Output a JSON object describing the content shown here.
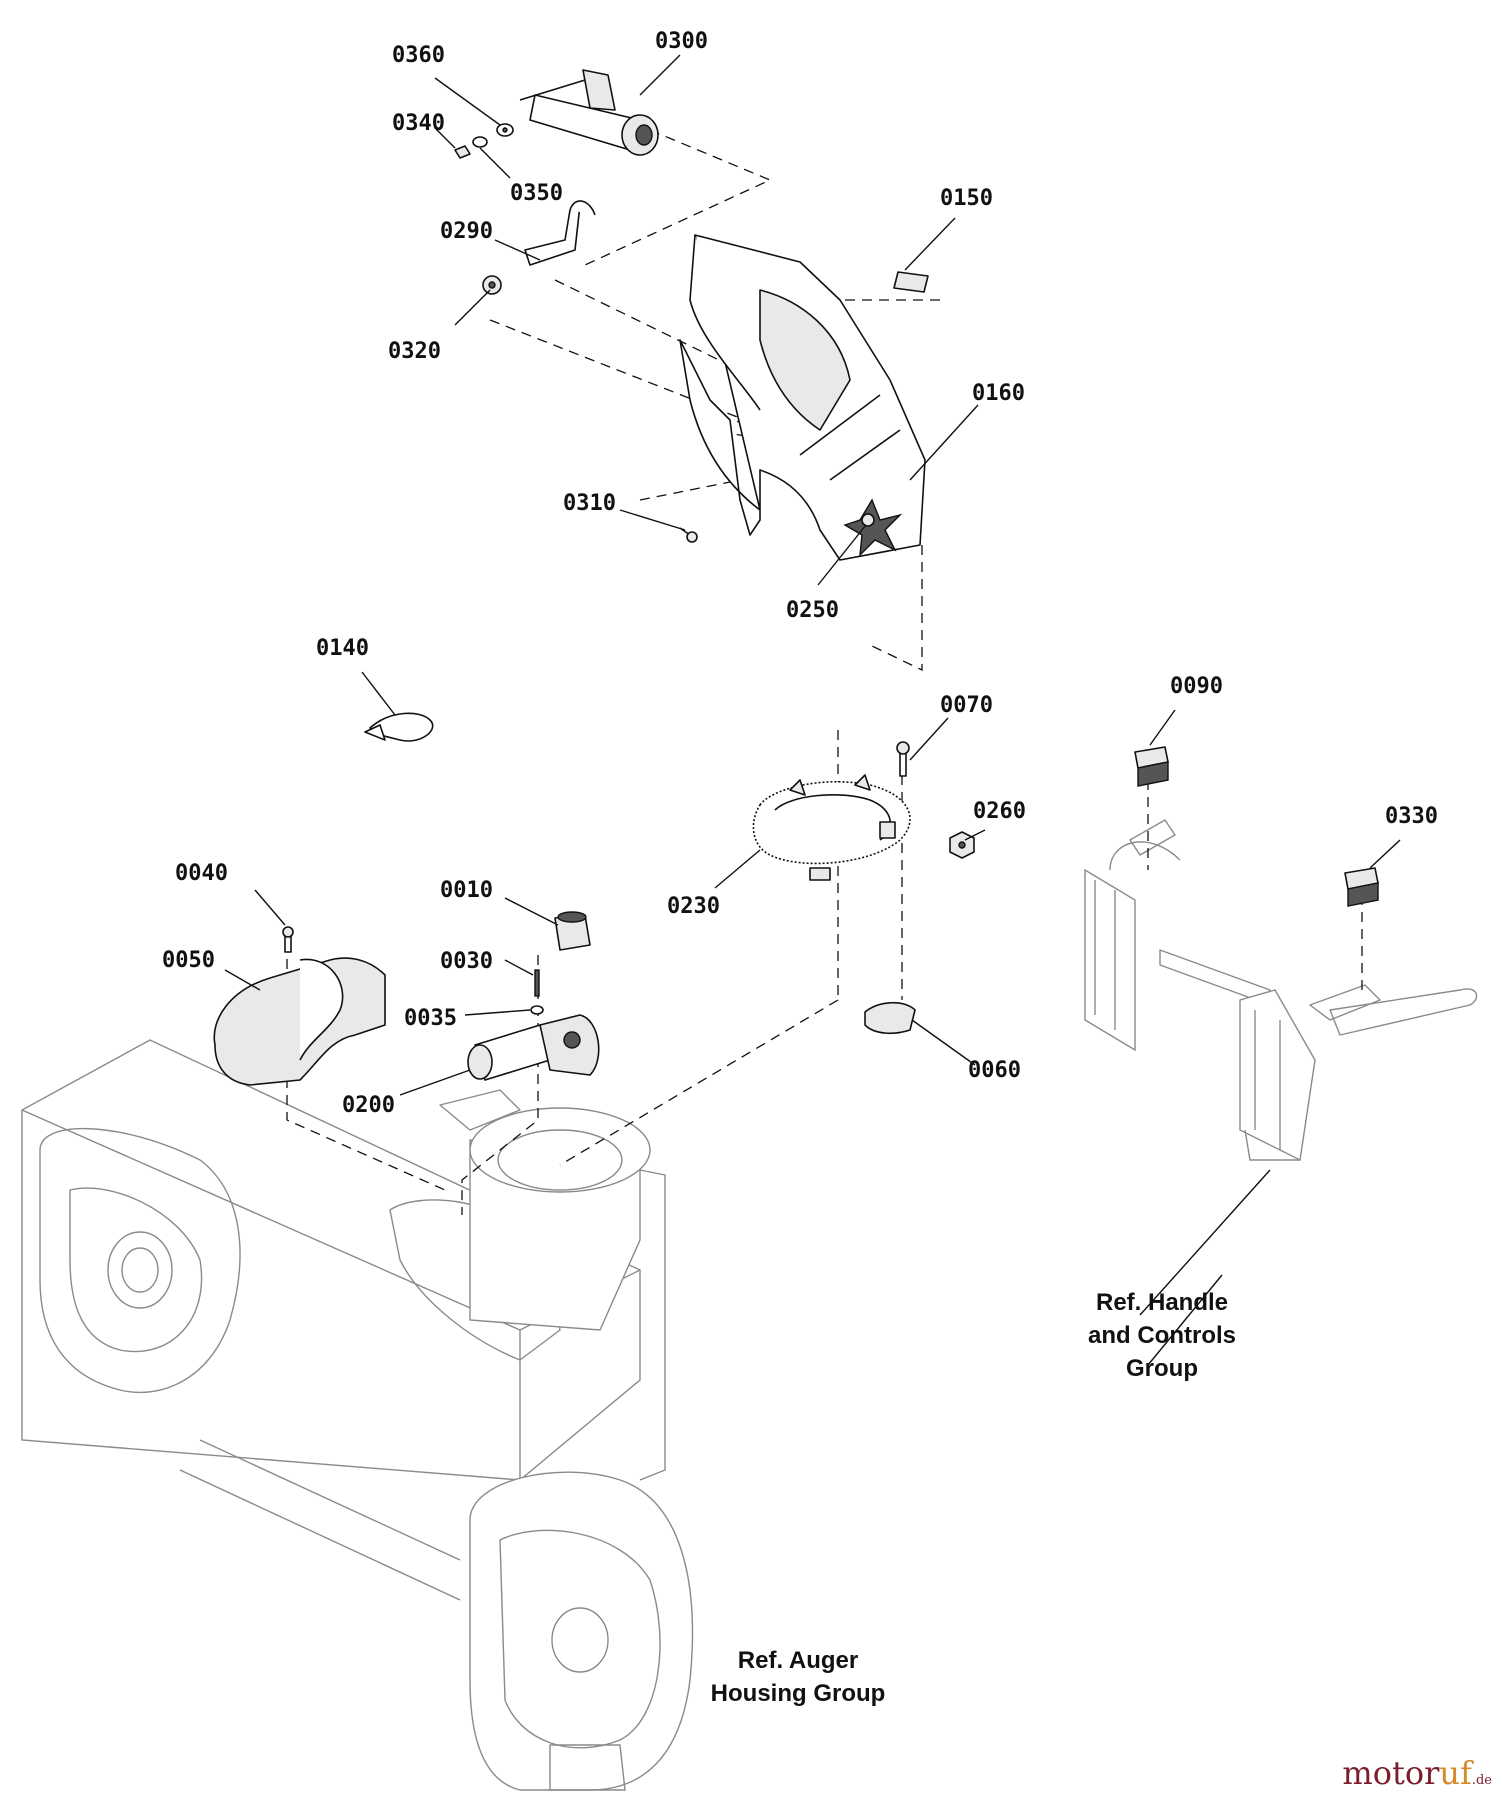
{
  "callouts": {
    "p0360": "0360",
    "p0300": "0300",
    "p0340": "0340",
    "p0350": "0350",
    "p0150": "0150",
    "p0290": "0290",
    "p0320": "0320",
    "p0160": "0160",
    "p0310": "0310",
    "p0250": "0250",
    "p0140": "0140",
    "p0070": "0070",
    "p0090": "0090",
    "p0260": "0260",
    "p0330": "0330",
    "p0040": "0040",
    "p0010": "0010",
    "p0230": "0230",
    "p0050": "0050",
    "p0030": "0030",
    "p0035": "0035",
    "p0060": "0060",
    "p0200": "0200"
  },
  "references": {
    "handle_line1": "Ref. Handle",
    "handle_line2": "and Controls",
    "handle_line3": "Group",
    "auger_line1": "Ref. Auger",
    "auger_line2": "Housing Group"
  },
  "watermark": {
    "part1": "motor",
    "part2": "uf",
    "part3": ".de"
  }
}
